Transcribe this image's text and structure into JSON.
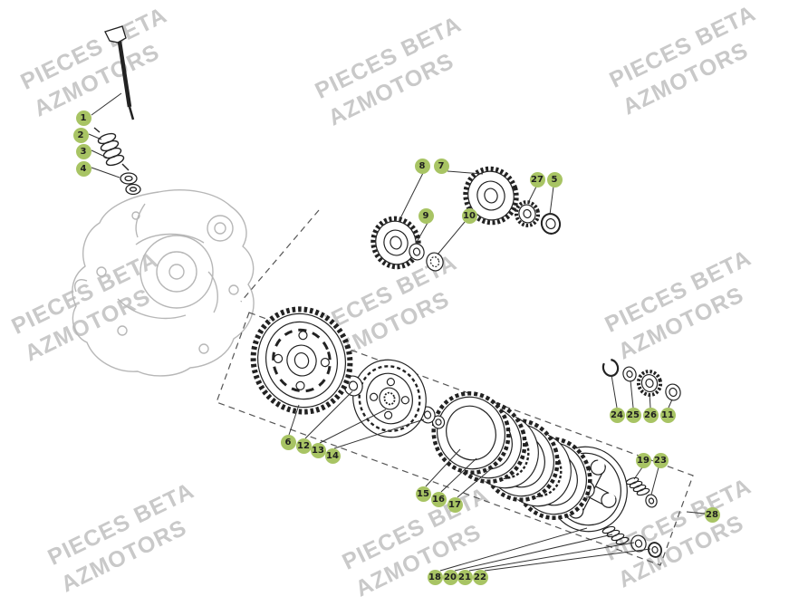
{
  "diagram": {
    "watermark": {
      "line1": "PIECES BETA",
      "line2": "AZMOTORS"
    },
    "callouts": [
      "1",
      "2",
      "3",
      "4",
      "5",
      "6",
      "7",
      "8",
      "9",
      "10",
      "11",
      "12",
      "13",
      "14",
      "15",
      "16",
      "17",
      "18",
      "19",
      "20",
      "21",
      "22",
      "23",
      "24",
      "25",
      "26",
      "27",
      "28"
    ]
  },
  "colors": {
    "badge": "#a8c464",
    "badgeText": "#1f1f1f",
    "watermark": "#c9c9c9",
    "line": "#222222",
    "ghost": "#b7b7b7"
  }
}
